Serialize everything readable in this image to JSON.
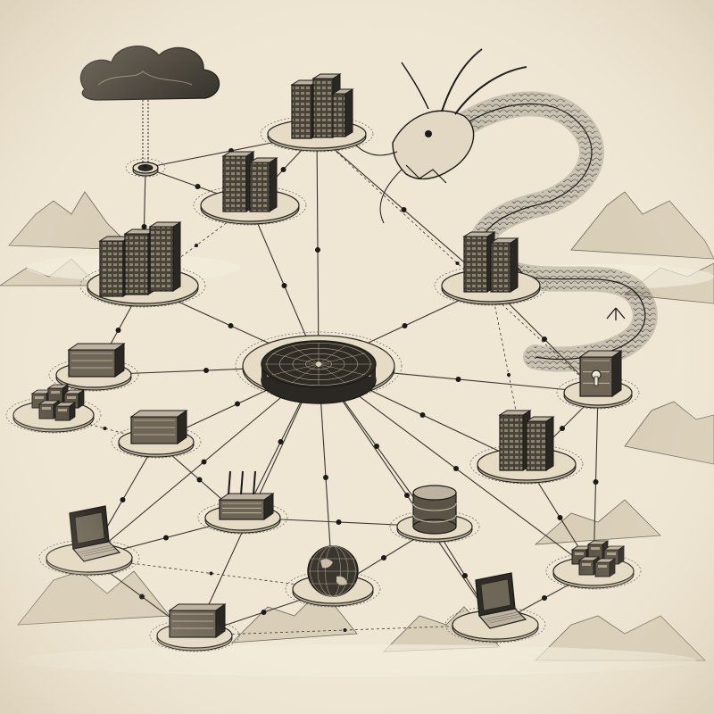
{
  "palette": {
    "paper": "#efe6d4",
    "ink": "#1c1a17",
    "wash": "#d9cfb9",
    "plate": "#e6dcc6",
    "metal": "#5c5548",
    "dark": "#2b2823",
    "light": "#bdb3a0"
  },
  "icons": {
    "cloud": "cloud-icon",
    "dragon": "dragon-icon",
    "hub": "radar-hub-icon",
    "server": "server-rack-icon",
    "database": "database-icon",
    "globe": "globe-icon",
    "router": "router-icon",
    "laptop": "laptop-icon",
    "lock": "lock-icon",
    "cube": "storage-cube-icon",
    "mountain": "mountain-icon"
  },
  "nodes": [
    {
      "id": "cloud",
      "kind": "cloud"
    },
    {
      "id": "antenna",
      "kind": "beacon"
    },
    {
      "id": "tower-top",
      "kind": "server-tall"
    },
    {
      "id": "tower-mid",
      "kind": "server-pair"
    },
    {
      "id": "tower-left",
      "kind": "server-triple"
    },
    {
      "id": "tower-right",
      "kind": "server-pair"
    },
    {
      "id": "hub",
      "kind": "hub"
    },
    {
      "id": "small-box-left",
      "kind": "server-box"
    },
    {
      "id": "cube-cluster-left",
      "kind": "cube-cluster"
    },
    {
      "id": "box-mid-left",
      "kind": "server-box"
    },
    {
      "id": "lock-node",
      "kind": "lock-server"
    },
    {
      "id": "tower-lower-right",
      "kind": "server-pair"
    },
    {
      "id": "router",
      "kind": "router"
    },
    {
      "id": "database",
      "kind": "database"
    },
    {
      "id": "laptop-left",
      "kind": "laptop"
    },
    {
      "id": "cube-cluster-right",
      "kind": "cube-cluster"
    },
    {
      "id": "globe",
      "kind": "globe"
    },
    {
      "id": "box-bottom",
      "kind": "server-box"
    },
    {
      "id": "laptop-right",
      "kind": "laptop"
    }
  ],
  "links": [
    [
      "hub",
      "tower-top"
    ],
    [
      "hub",
      "tower-mid"
    ],
    [
      "hub",
      "tower-left"
    ],
    [
      "hub",
      "tower-right"
    ],
    [
      "hub",
      "small-box-left"
    ],
    [
      "hub",
      "box-mid-left"
    ],
    [
      "hub",
      "lock-node"
    ],
    [
      "hub",
      "tower-lower-right"
    ],
    [
      "hub",
      "router"
    ],
    [
      "hub",
      "database"
    ],
    [
      "hub",
      "globe"
    ],
    [
      "hub",
      "laptop-left"
    ],
    [
      "hub",
      "cube-cluster-right"
    ],
    [
      "hub",
      "laptop-right"
    ],
    [
      "hub",
      "box-bottom"
    ],
    [
      "antenna",
      "tower-mid"
    ],
    [
      "antenna",
      "tower-left"
    ],
    [
      "antenna",
      "tower-top"
    ],
    [
      "tower-mid",
      "tower-top"
    ],
    [
      "tower-top",
      "tower-right"
    ],
    [
      "tower-left",
      "small-box-left"
    ],
    [
      "small-box-left",
      "cube-cluster-left"
    ],
    [
      "box-mid-left",
      "router"
    ],
    [
      "router",
      "laptop-left"
    ],
    [
      "router",
      "database"
    ],
    [
      "database",
      "globe"
    ],
    [
      "globe",
      "box-bottom"
    ],
    [
      "database",
      "laptop-right"
    ],
    [
      "lock-node",
      "tower-lower-right"
    ],
    [
      "tower-lower-right",
      "cube-cluster-right"
    ],
    [
      "cube-cluster-right",
      "laptop-right"
    ],
    [
      "lock-node",
      "cube-cluster-right"
    ],
    [
      "laptop-left",
      "box-bottom"
    ],
    [
      "box-mid-left",
      "laptop-left"
    ],
    [
      "tower-right",
      "lock-node"
    ]
  ],
  "dashed_links": [
    [
      "tower-left",
      "tower-mid"
    ],
    [
      "cube-cluster-left",
      "box-mid-left"
    ],
    [
      "tower-top",
      "lock-node"
    ],
    [
      "laptop-left",
      "globe"
    ],
    [
      "box-bottom",
      "laptop-right"
    ],
    [
      "tower-right",
      "tower-lower-right"
    ]
  ]
}
